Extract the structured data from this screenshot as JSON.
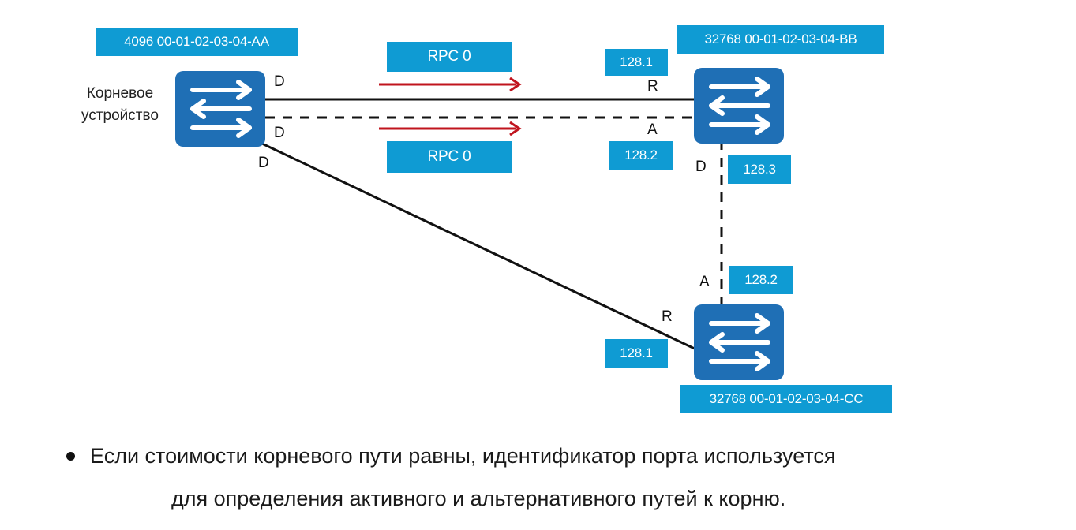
{
  "diagram": {
    "root_label": "Корневое устройство",
    "bridges": {
      "aa": "4096 00-01-02-03-04-AA",
      "bb": "32768 00-01-02-03-04-BB",
      "cc": "32768 00-01-02-03-04-CC"
    },
    "rpc_top": "RPC 0",
    "rpc_bottom": "RPC 0",
    "port_ids": {
      "bb_solid": "128.1",
      "bb_dashed": "128.2",
      "bb_down": "128.3",
      "cc_up": "128.2",
      "cc_left": "128.1"
    },
    "port_roles": {
      "aa_solid": "D",
      "aa_dashed": "D",
      "aa_diag": "D",
      "bb_solid": "R",
      "bb_dashed": "A",
      "bb_down": "D",
      "cc_up": "A",
      "cc_left": "R"
    },
    "colors": {
      "switch": "#1f6fb5",
      "label_box": "#0f9bd3",
      "arrow": "#c0141e"
    }
  },
  "caption": {
    "line1": "Если стоимости корневого пути равны, идентификатор порта используется",
    "line2": "для определения активного и альтернативного путей к корню."
  }
}
